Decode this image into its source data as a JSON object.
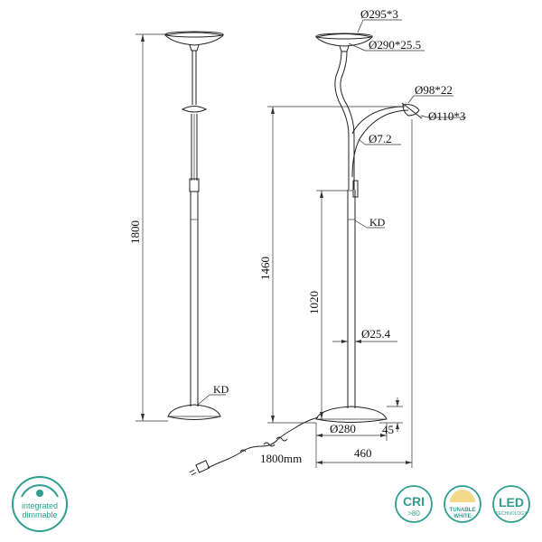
{
  "dimensions": {
    "height_total": "1800",
    "height_arm": "1460",
    "height_switch": "1020",
    "dia_top_glass": "Ø295*3",
    "dia_top_shade": "Ø290*25.5",
    "dia_reading_head": "Ø98*22",
    "dia_reading_glass": "Ø110*3",
    "dia_arm": "Ø7.2",
    "dia_pole": "Ø25.4",
    "dia_base": "Ø280",
    "base_height": "45",
    "base_reach": "460",
    "cable_length": "1800mm",
    "kd_left": "KD",
    "kd_right_top": "KD"
  },
  "badges": {
    "dimmable_line1": "integrated",
    "dimmable_line2": "dimmable",
    "cri_title": "CRI",
    "cri_value": ">80",
    "tunable_line1": "TUNABLE",
    "tunable_line2": "WHITE",
    "led_title": "LED",
    "led_sub": "TECHNOLOGY"
  },
  "colors": {
    "badge": "#2f9e8e",
    "line": "#222222"
  }
}
